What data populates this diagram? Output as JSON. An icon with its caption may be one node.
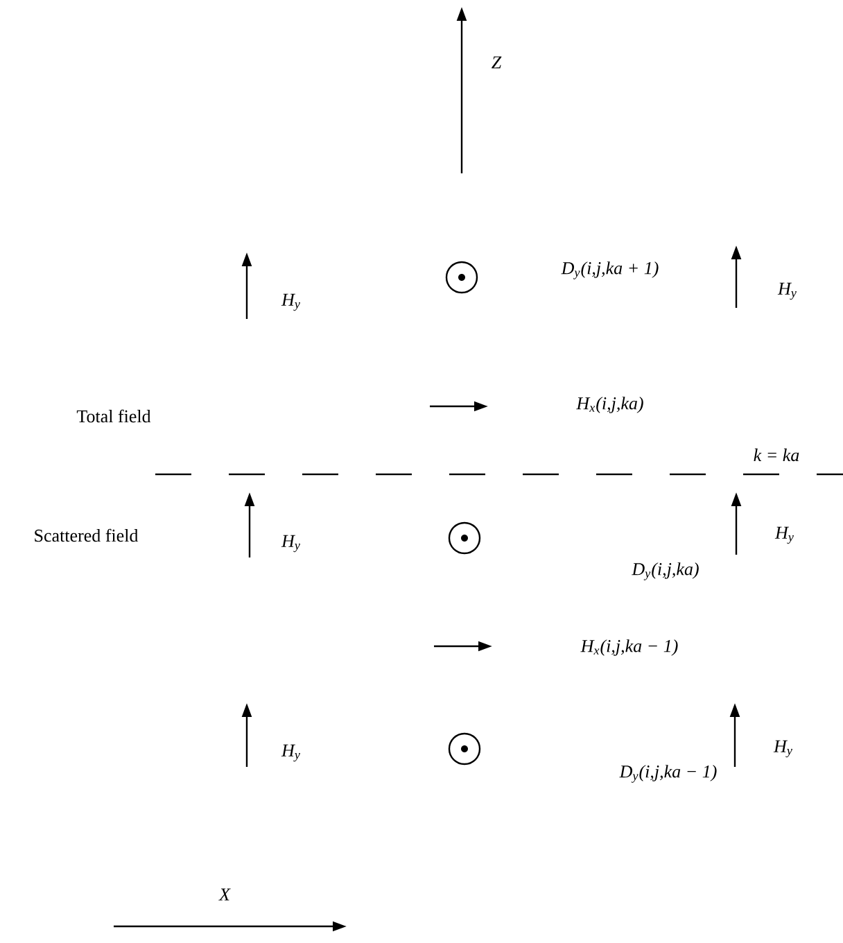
{
  "diagram": {
    "labels": [
      "Z",
      "H$_{y}$",
      "D$_{y}$(i,j,ka + 1)",
      "H$_{y}$",
      "H$_{x}$(i,j,ka)",
      "Total field",
      "k = ka",
      "Scattered field",
      "H$_{y}$",
      "D$_{y}$(i,j,ka)",
      "H$_{y}$",
      "H$_{x}$(i,j,ka − 1)",
      "H$_{y}$",
      "D$_{y}$(i,j,ka − 1)",
      "H$_{y}$",
      "X"
    ]
  }
}
